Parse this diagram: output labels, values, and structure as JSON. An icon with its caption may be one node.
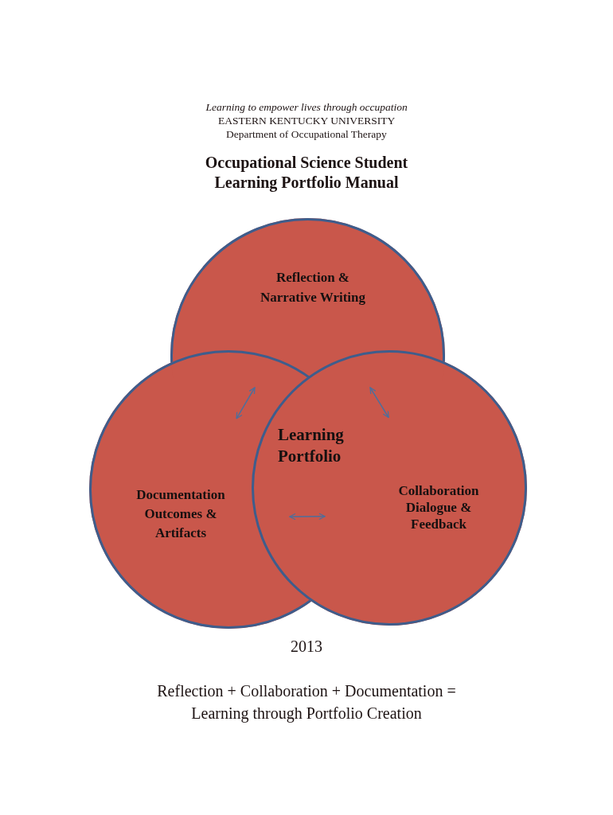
{
  "diagram": {
    "title": "Occupational Science Student Learning Portfolio Manual",
    "caption": "Reflection + Collaboration + Documentation = Learning through Portfolio Creation",
    "nodes": [
      {
        "text": [
          "Reflection & Narrative Writing"
        ]
      },
      {
        "text": [
          "Documentation Outcomes & Artifacts"
        ]
      },
      {
        "text": [
          "Collaboration Dialogue & Feedback"
        ]
      }
    ],
    "edges": [
      {
        "from": 0,
        "to": 1,
        "arrow": "both"
      },
      {
        "from": 0,
        "to": 2,
        "arrow": "both"
      },
      {
        "from": 1,
        "to": 2,
        "arrow": "both"
      }
    ],
    "labels": [
      "Learning to empower lives through occupation",
      "EASTERN KENTUCKY UNIVERSITY",
      "Department of Occupational Therapy",
      "Learning Portfolio",
      "2013"
    ]
  }
}
